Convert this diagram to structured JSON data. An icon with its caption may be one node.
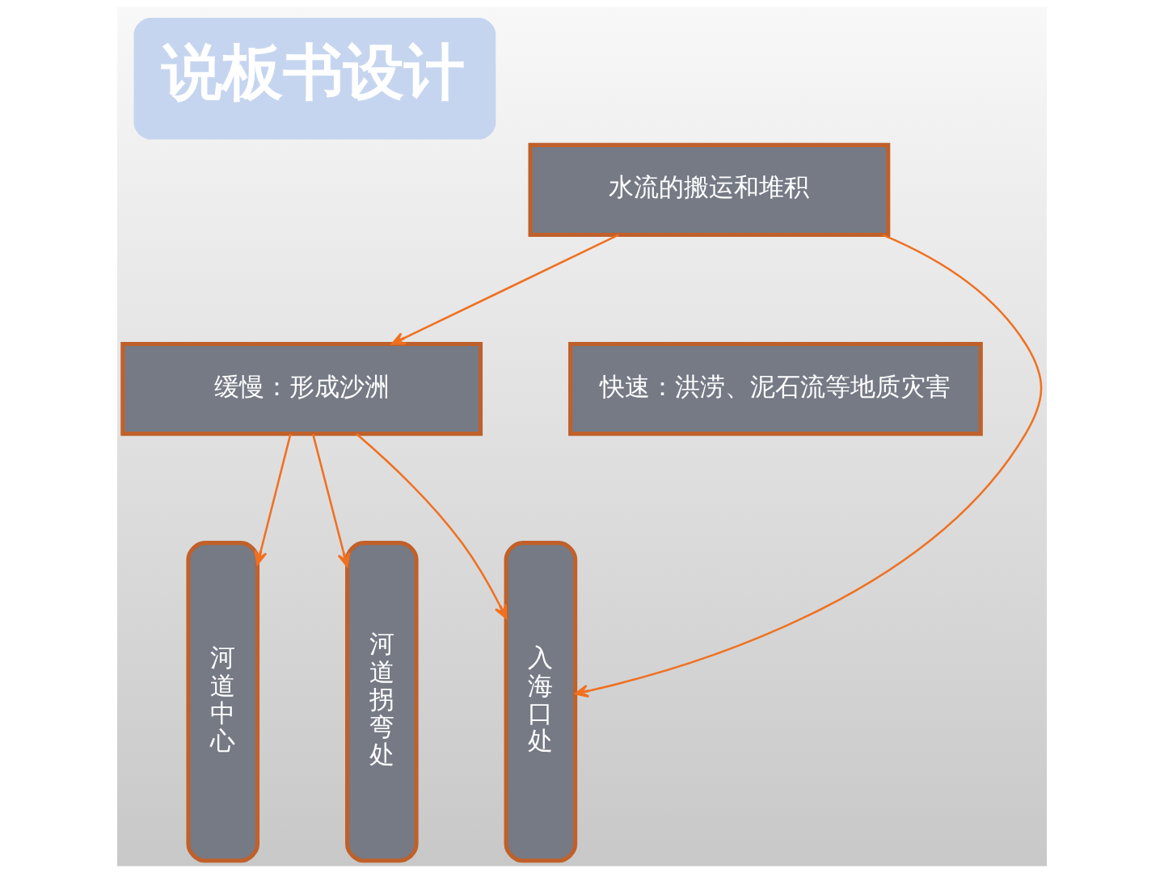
{
  "diagram": {
    "title": "说板书设计",
    "nodes": [
      {
        "text": [
          "水流的搬运和堆积"
        ]
      },
      {
        "text": [
          "缓慢：形成沙洲"
        ]
      },
      {
        "text": [
          "快速：洪涝、泥石流等地质灾害"
        ]
      },
      {
        "text": [
          "河道中心"
        ]
      },
      {
        "text": [
          "河道拐弯处"
        ]
      },
      {
        "text": [
          "入海口处"
        ]
      }
    ],
    "edges": [
      {
        "from": 0,
        "to": 1,
        "arrow": "to"
      },
      {
        "from": 1,
        "to": 3,
        "arrow": "to"
      },
      {
        "from": 1,
        "to": 4,
        "arrow": "to"
      },
      {
        "from": 1,
        "to": 5,
        "arrow": "to"
      },
      {
        "from": 0,
        "to": 5,
        "arrow": "to"
      }
    ]
  }
}
